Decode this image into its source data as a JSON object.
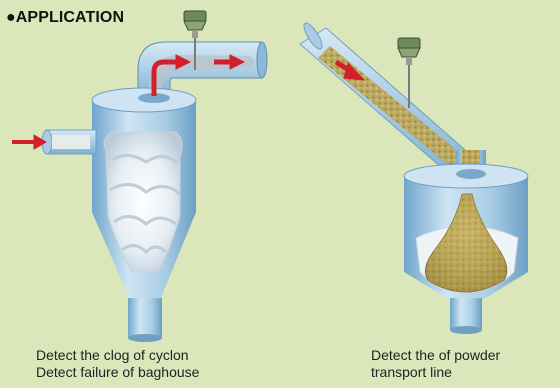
{
  "section_title": "●APPLICATION",
  "left_caption": {
    "line1": "Detect the clog of cyclon",
    "line2": "Detect failure of baghouse"
  },
  "right_caption": {
    "line1": "Detect the of powder",
    "line2": "transport line"
  },
  "colors": {
    "background": "#dbe7ba",
    "vessel": "#9fc6e0",
    "arrow": "#d2202a",
    "powder": "#b8a24d"
  },
  "icons": [
    "level-sensor-icon",
    "flow-arrow-icon"
  ]
}
